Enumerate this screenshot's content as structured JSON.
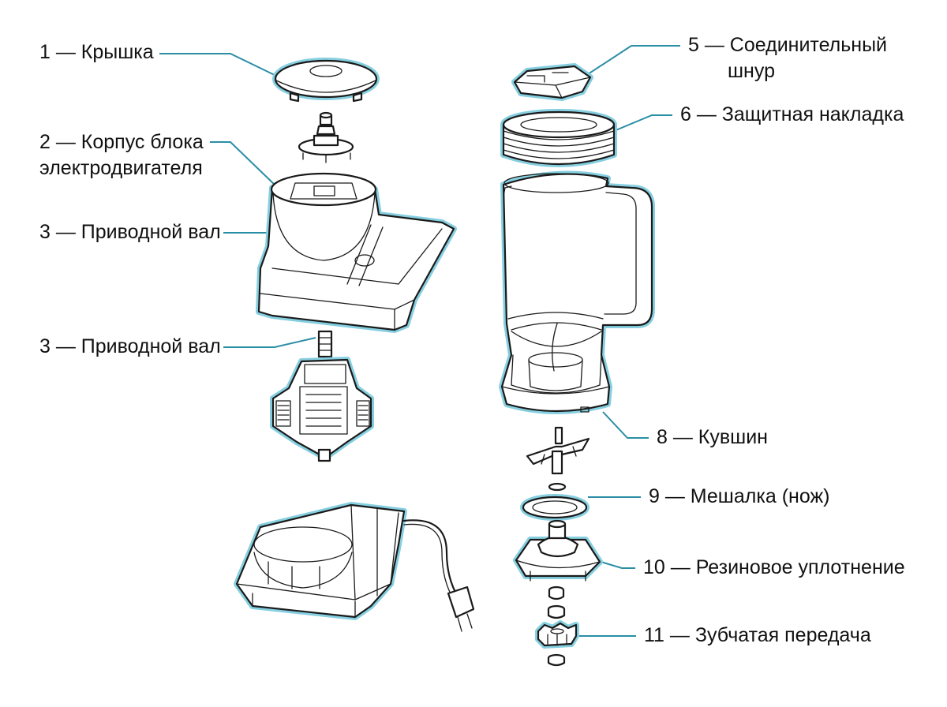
{
  "colors": {
    "leader": "#2a8ea5",
    "outline": "#1a1a1a",
    "highlight": "#86cfe0",
    "text": "#111111",
    "background": "#ffffff"
  },
  "labels": {
    "lid": "1 — Крышка",
    "housing_line1": "2 — Корпус блока",
    "housing_line2": "электродвигателя",
    "shaft_upper": "3 — Приводной вал",
    "shaft_lower": "3 — Приводной вал",
    "cord_line1": "5 — Соединительный",
    "cord_line2": "шнур",
    "cover": "6 — Защитная накладка",
    "jug": "8 — Кувшин",
    "mixer": "9 — Мешалка (нож)",
    "seal": "10 — Резиновое уплотнение",
    "gear": "11 — Зубчатая передача"
  }
}
